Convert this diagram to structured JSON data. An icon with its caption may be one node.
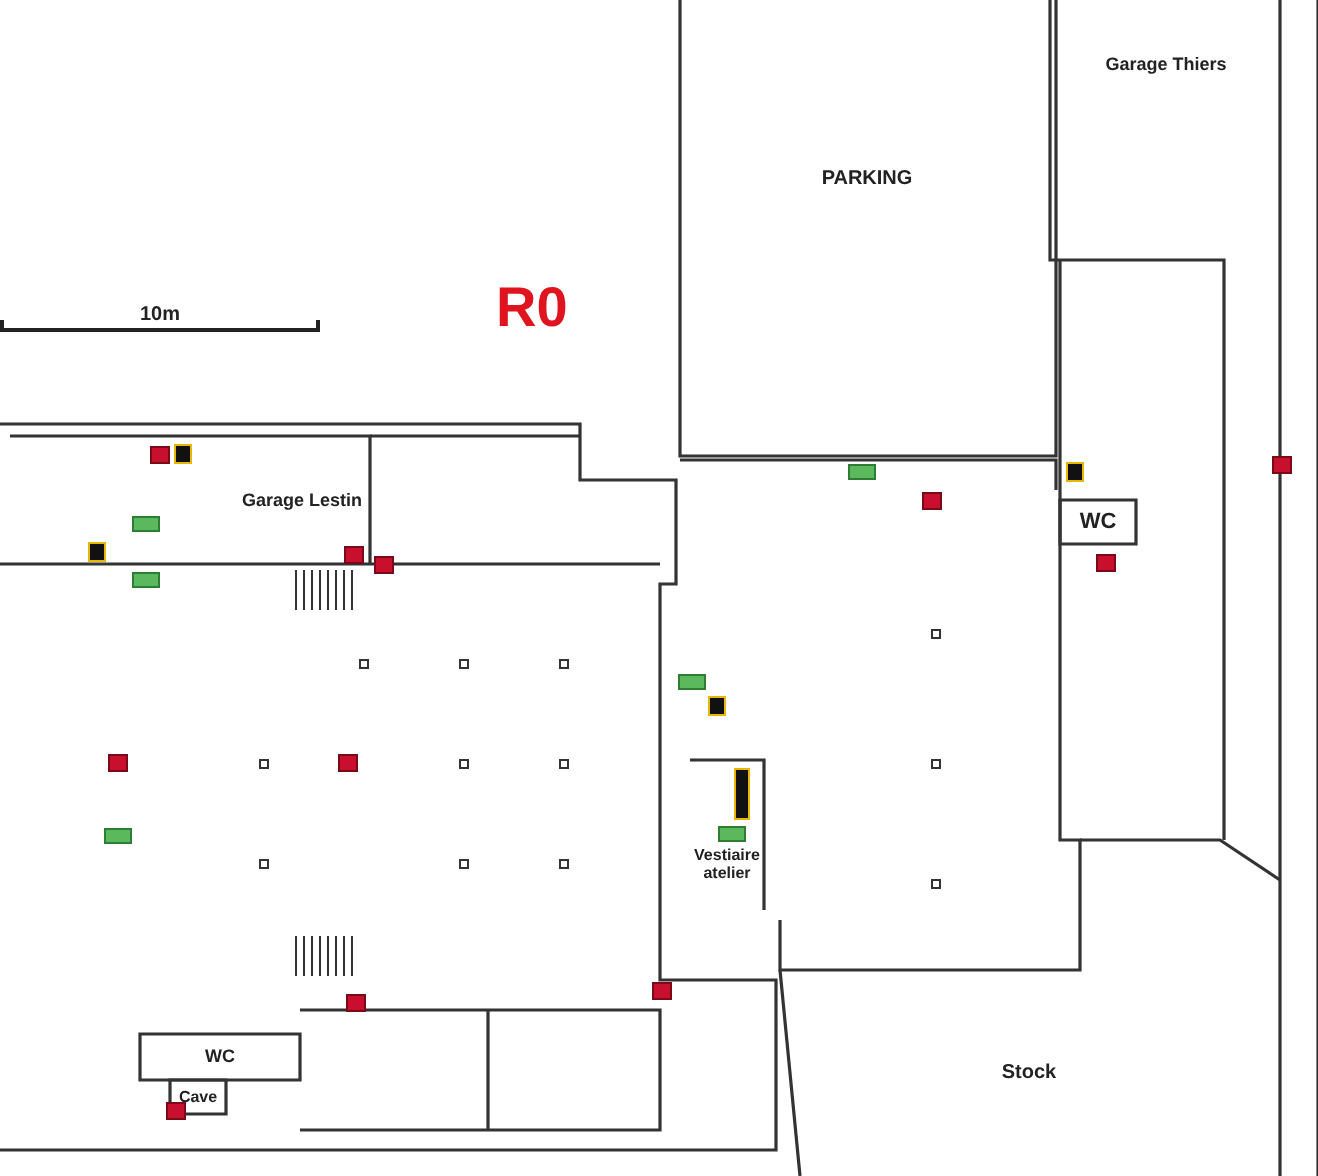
{
  "diagram": {
    "nodes": [
      {
        "text": [
          "Garage Thiers"
        ]
      },
      {
        "text": [
          "PARKING"
        ]
      },
      {
        "text": [
          "Garage Lestin"
        ]
      },
      {
        "text": [
          "WC"
        ]
      },
      {
        "text": [
          "Vestiaire atelier"
        ]
      },
      {
        "text": [
          "Stock"
        ]
      },
      {
        "text": [
          "WC"
        ]
      },
      {
        "text": [
          "Cave"
        ]
      }
    ],
    "labels": [
      "10m",
      "R0"
    ]
  }
}
